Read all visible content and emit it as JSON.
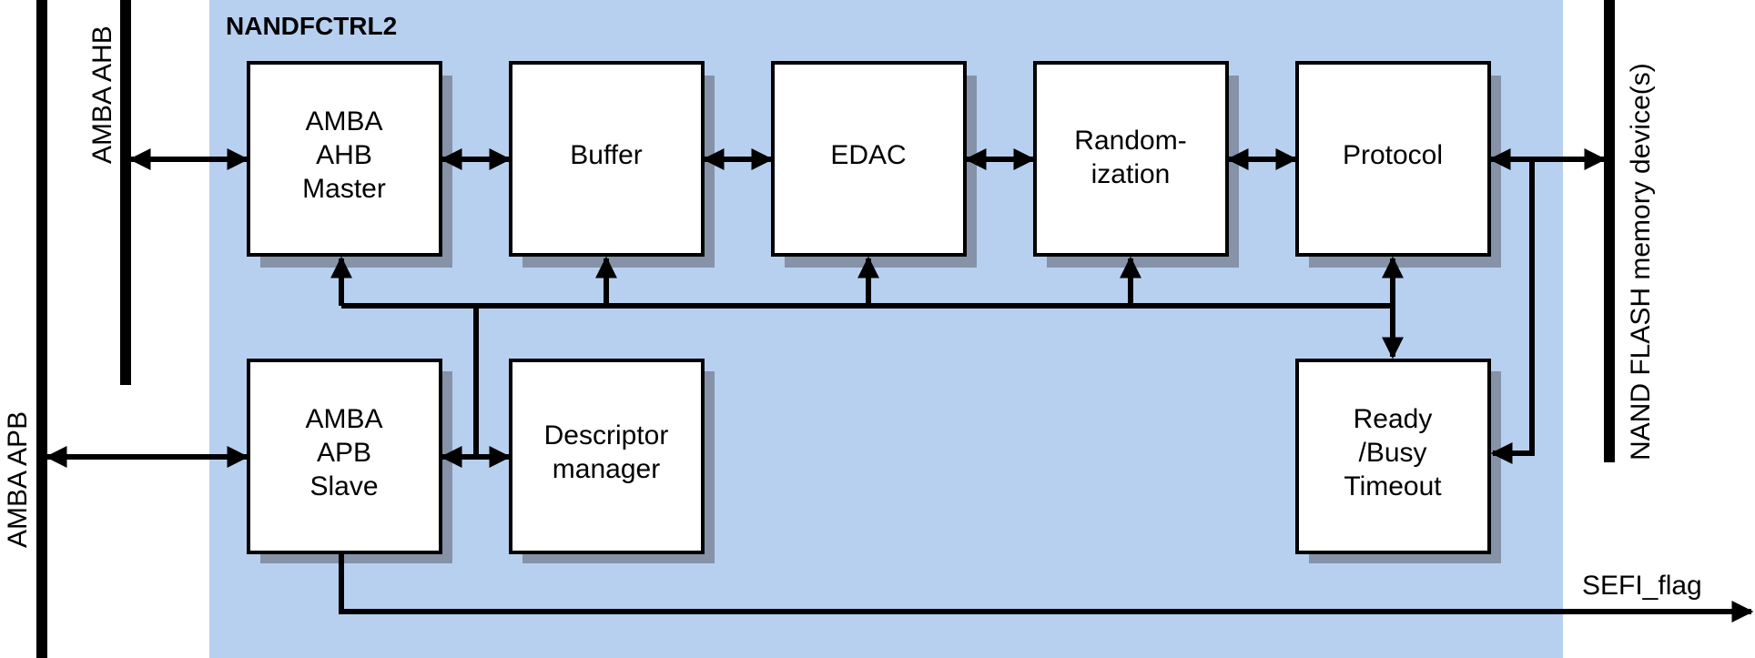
{
  "title": "NANDFCTRL2",
  "colors": {
    "background": "#b8d0f0",
    "shadow": "#8592a8",
    "block": "#ffffff",
    "line": "#000000"
  },
  "buses": {
    "ahb": "AMBA AHB",
    "apb": "AMBA APB",
    "nand": "NAND FLASH memory device(s)"
  },
  "blocks": {
    "ahb_master": [
      "AMBA",
      "AHB",
      "Master"
    ],
    "buffer": [
      "Buffer"
    ],
    "edac": [
      "EDAC"
    ],
    "randomization": [
      "Random-",
      "ization"
    ],
    "protocol": [
      "Protocol"
    ],
    "apb_slave": [
      "AMBA",
      "APB",
      "Slave"
    ],
    "descriptor_manager": [
      "Descriptor",
      "manager"
    ],
    "ready_busy": [
      "Ready",
      "/Busy",
      "Timeout"
    ]
  },
  "signals": {
    "sefi": "SEFI_flag"
  }
}
